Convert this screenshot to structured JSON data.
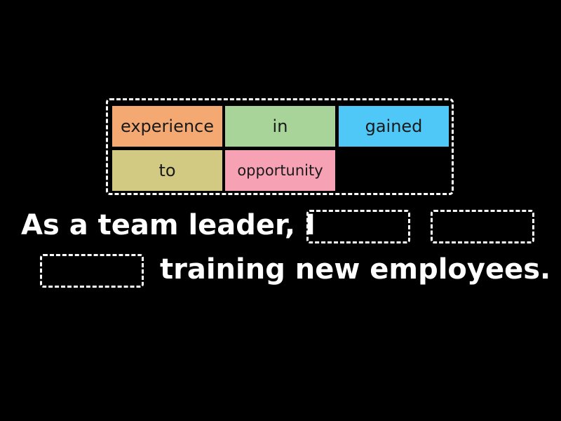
{
  "word_bank": {
    "tiles": [
      {
        "label": "experience",
        "color": "#f4a973"
      },
      {
        "label": "in",
        "color": "#a8d49a"
      },
      {
        "label": "gained",
        "color": "#4fc8f8"
      },
      {
        "label": "to",
        "color": "#d2ca82"
      },
      {
        "label": "opportunity",
        "color": "#f6a2b4"
      }
    ]
  },
  "sentence": {
    "part1": "As a team leader, I",
    "part2": "training new employees."
  }
}
